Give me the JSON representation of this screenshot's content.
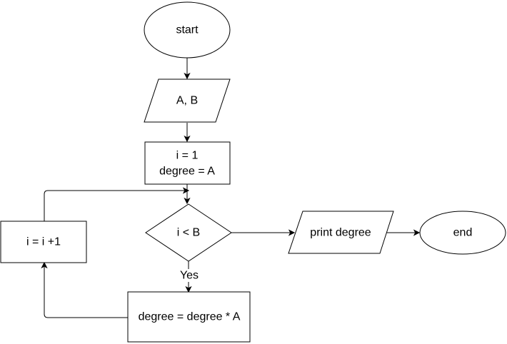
{
  "nodes": {
    "start": "start",
    "input": "A, B",
    "init_line1": "i = 1",
    "init_line2": "degree = A",
    "condition": "i < B",
    "increment": "i = i +1",
    "multiply": "degree = degree * A",
    "output": "print degree",
    "end": "end"
  },
  "edges": {
    "yes_label": "Yes"
  },
  "colors": {
    "stroke": "#000000",
    "fill": "#ffffff",
    "text": "#000000"
  }
}
